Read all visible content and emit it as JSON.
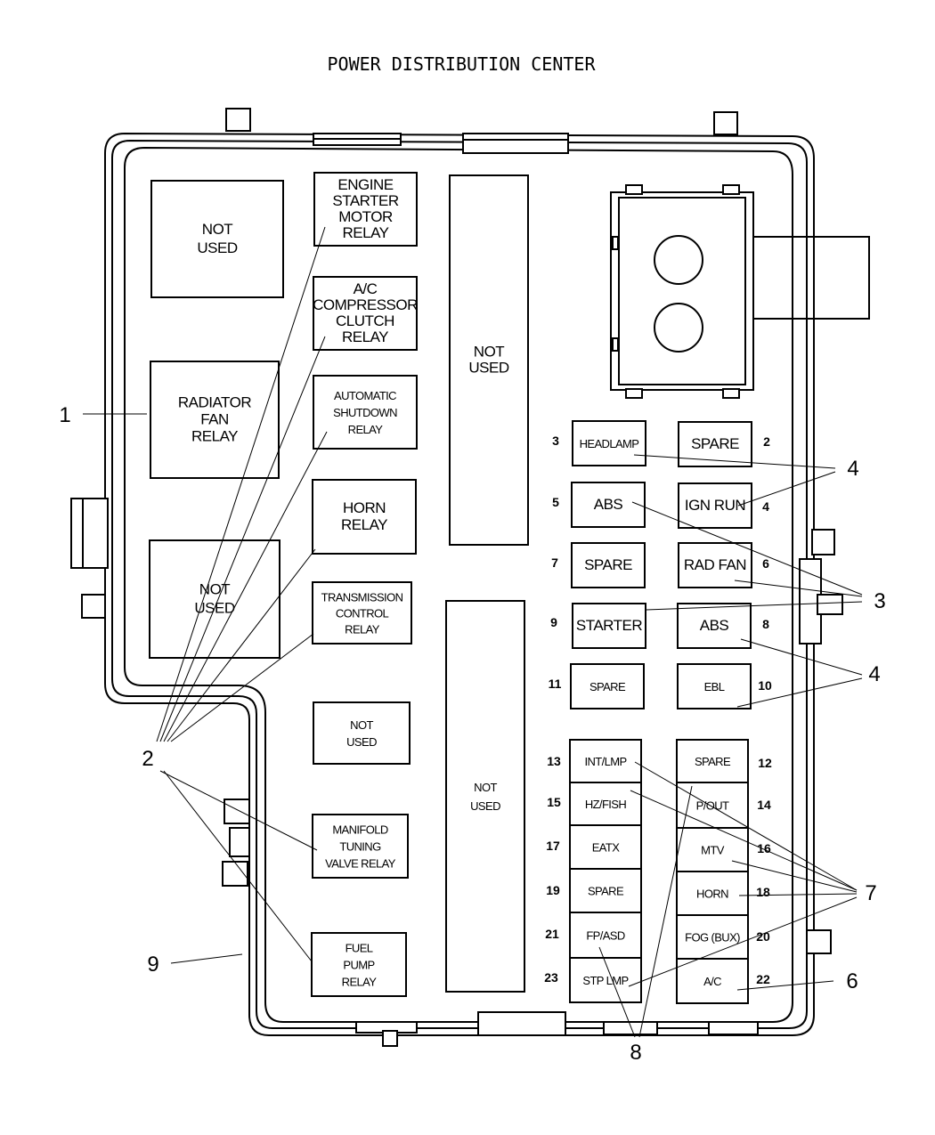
{
  "title": "POWER DISTRIBUTION CENTER",
  "relays": [
    {
      "id": "not-used-tl",
      "lines": [
        "NOT",
        "USED"
      ]
    },
    {
      "id": "radiator-fan-relay",
      "lines": [
        "RADIATOR",
        "FAN",
        "RELAY"
      ]
    },
    {
      "id": "not-used-bl",
      "lines": [
        "NOT",
        "USED"
      ]
    },
    {
      "id": "engine-starter-motor-relay",
      "lines": [
        "ENGINE",
        "STARTER",
        "MOTOR",
        "RELAY"
      ]
    },
    {
      "id": "ac-compressor-clutch-relay",
      "lines": [
        "A/C",
        "COMPRESSOR",
        "CLUTCH",
        "RELAY"
      ]
    },
    {
      "id": "automatic-shutdown-relay",
      "lines": [
        "AUTOMATIC",
        "SHUTDOWN",
        "RELAY"
      ]
    },
    {
      "id": "horn-relay",
      "lines": [
        "HORN",
        "RELAY"
      ]
    },
    {
      "id": "transmission-control-relay",
      "lines": [
        "TRANSMISSION",
        "CONTROL",
        "RELAY"
      ]
    },
    {
      "id": "not-used-mid",
      "lines": [
        "NOT",
        "USED"
      ]
    },
    {
      "id": "manifold-tuning-valve-relay",
      "lines": [
        "MANIFOLD",
        "TUNING",
        "VALVE RELAY"
      ]
    },
    {
      "id": "fuel-pump-relay",
      "lines": [
        "FUEL",
        "PUMP",
        "RELAY"
      ]
    },
    {
      "id": "not-used-tall-top",
      "lines": [
        "NOT",
        "USED"
      ]
    },
    {
      "id": "not-used-tall-bottom",
      "lines": [
        "NOT",
        "USED"
      ]
    }
  ],
  "fuses": [
    {
      "num": "3",
      "label": "HEADLAMP"
    },
    {
      "num": "2",
      "label": "SPARE"
    },
    {
      "num": "5",
      "label": "ABS"
    },
    {
      "num": "4",
      "label": "IGN RUN"
    },
    {
      "num": "7",
      "label": "SPARE"
    },
    {
      "num": "6",
      "label": "RAD FAN"
    },
    {
      "num": "9",
      "label": "STARTER"
    },
    {
      "num": "8",
      "label": "ABS"
    },
    {
      "num": "11",
      "label": "SPARE"
    },
    {
      "num": "10",
      "label": "EBL"
    },
    {
      "num": "13",
      "label": "INT/LMP"
    },
    {
      "num": "12",
      "label": "SPARE"
    },
    {
      "num": "15",
      "label": "HZ/FISH"
    },
    {
      "num": "14",
      "label": "P/OUT"
    },
    {
      "num": "17",
      "label": "EATX"
    },
    {
      "num": "16",
      "label": "MTV"
    },
    {
      "num": "19",
      "label": "SPARE"
    },
    {
      "num": "18",
      "label": "HORN"
    },
    {
      "num": "21",
      "label": "FP/ASD"
    },
    {
      "num": "20",
      "label": "FOG (BUX)"
    },
    {
      "num": "23",
      "label": "STP LMP"
    },
    {
      "num": "22",
      "label": "A/C"
    }
  ],
  "callouts": [
    {
      "id": "c1",
      "text": "1"
    },
    {
      "id": "c2",
      "text": "2"
    },
    {
      "id": "c3",
      "text": "3"
    },
    {
      "id": "c4a",
      "text": "4"
    },
    {
      "id": "c4b",
      "text": "4"
    },
    {
      "id": "c6",
      "text": "6"
    },
    {
      "id": "c7",
      "text": "7"
    },
    {
      "id": "c8",
      "text": "8"
    },
    {
      "id": "c9",
      "text": "9"
    }
  ]
}
